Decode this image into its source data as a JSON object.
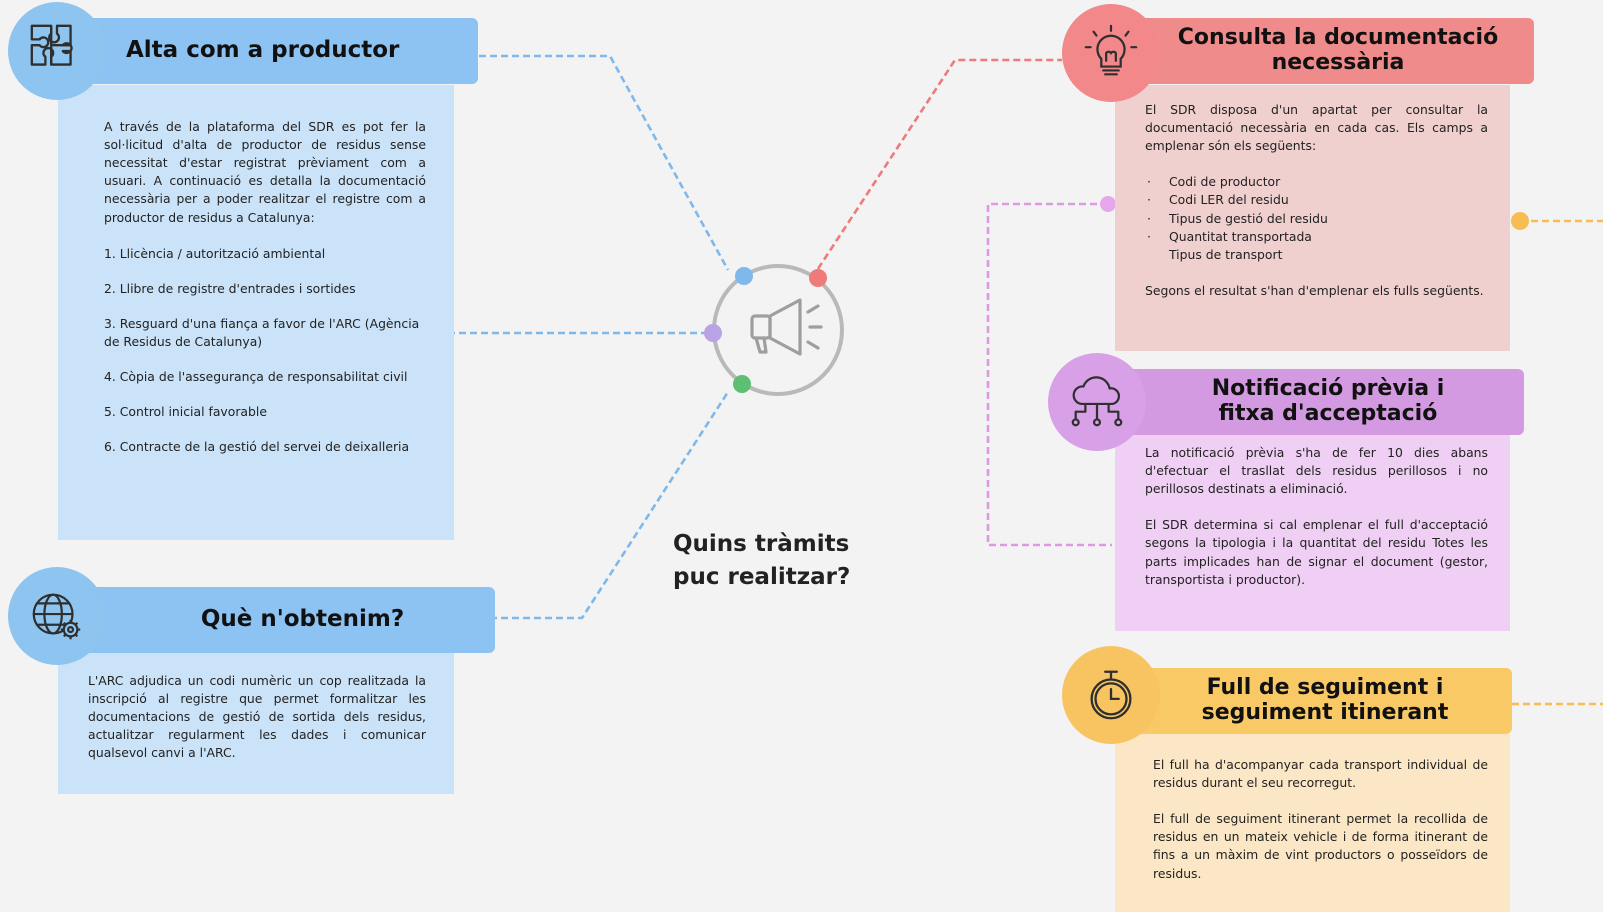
{
  "colors": {
    "blue": "#8cc3f2",
    "blue_box": "#cbe3f9",
    "blue_circle": "#8ec4f0",
    "red": "#f08b8b",
    "red_box": "#f0cfcf",
    "red_circle": "#f2888a",
    "purple": "#d39ae1",
    "purple_box": "#efcff3",
    "purple_circle": "#d8a0e6",
    "orange": "#f9c966",
    "orange_box": "#fbe7c6",
    "orange_circle": "#f8c462",
    "line_blue": "#7fb8ea",
    "line_red": "#ee7a7a",
    "line_purple": "#dd99e3",
    "line_orange": "#f6bd52"
  },
  "center": {
    "title_line1": "Quins tràmits",
    "title_line2": "puc realitzar?",
    "icon": "megaphone-icon"
  },
  "alta": {
    "title": "Alta com a productor",
    "icon": "puzzle-icon",
    "intro": "A través de la plataforma del SDR es pot fer la sol·licitud d'alta de productor de residus sense necessitat d'estar registrat prèviament com a usuari. A continuació es detalla la documentació necessària per a poder realitzar el registre com a productor de residus a Catalunya:",
    "items": [
      "1.   Llicència / autorització ambiental",
      "2.   Llibre de registre d'entrades i sortides",
      "3.   Resguard d'una fiança a favor de l'ARC (Agència de Residus de Catalunya)",
      "4.   Còpia de l'assegurança de responsabilitat civil",
      "5.   Control inicial favorable",
      "6.   Contracte de la gestió del servei de deixalleria"
    ]
  },
  "obtenim": {
    "title": "Què n'obtenim?",
    "icon": "globe-gear-icon",
    "text": "L'ARC adjudica un codi numèric un cop realitzada la inscripció al registre que permet formalitzar les documentacions de gestió de sortida dels residus, actualitzar regularment les dades i comunicar qualsevol canvi a l'ARC."
  },
  "consulta": {
    "title_line1": "Consulta la documentació",
    "title_line2": "necessària",
    "icon": "lightbulb-icon",
    "intro": "El SDR disposa d'un apartat per consultar la documentació necessària en cada cas. Els camps a emplenar són els següents:",
    "bullets": [
      {
        "dot": "·",
        "text": "Codi de productor"
      },
      {
        "dot": "·",
        "text": "Codi LER del residu"
      },
      {
        "dot": "·",
        "text": "Tipus de gestió del residu"
      },
      {
        "dot": "·",
        "text": "Quantitat transportada"
      },
      {
        "dot": "",
        "text": "Tipus de transport"
      }
    ],
    "outro": "Segons el resultat s'han d'emplenar els fulls següents."
  },
  "notificacio": {
    "title_line1": "Notificació prèvia i",
    "title_line2": "fitxa d'acceptació",
    "icon": "cloud-network-icon",
    "p1": "La notificació prèvia s'ha de fer 10 dies abans d'efectuar el trasllat dels residus perillosos i no perillosos destinats a eliminació.",
    "p2": "El SDR determina si cal emplenar el full d'acceptació segons la tipologia i la quantitat del residu  Totes les parts implicades han de signar el document (gestor, transportista i productor)."
  },
  "full": {
    "title_line1": "Full de seguiment i",
    "title_line2": "seguiment itinerant",
    "icon": "stopwatch-icon",
    "p1": "El full ha d'acompanyar cada transport individual de residus durant el seu recorregut.",
    "p2": "El full de seguiment itinerant permet la recollida de residus en un mateix vehicle i de forma itinerant de fins a un màxim de vint productors o posseïdors de residus."
  }
}
